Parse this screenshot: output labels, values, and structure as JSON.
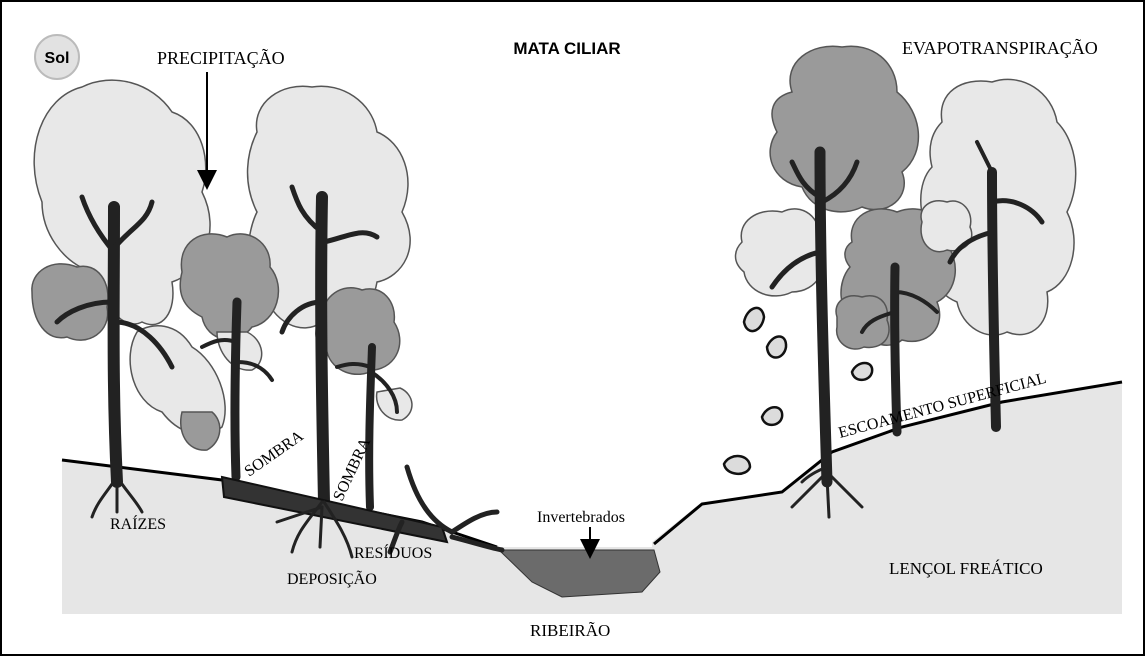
{
  "title": "MATA CILIAR",
  "labels": {
    "sun": "Sol",
    "precipitation": "PRECIPITAÇÃO",
    "evapotranspiration": "EVAPOTRANSPIRAÇÃO",
    "shade_1": "SOMBRA",
    "shade_2": "SOMBRA",
    "roots": "RAÍZES",
    "residues": "RESÍDUOS",
    "deposition": "DEPOSIÇÃO",
    "invertebrates": "Invertebrados",
    "stream": "RIBEIRÃO",
    "surface_runoff": "ESCOAMENTO SUPERFICIAL",
    "water_table": "LENÇOL FREÁTICO"
  },
  "colors": {
    "ground": "#e6e6e6",
    "light_canopy": "#e8e8e8",
    "dark_canopy": "#9a9a9a",
    "trunk": "#222222",
    "water": "#6b6b6b",
    "sun": "#e2e2e2"
  }
}
